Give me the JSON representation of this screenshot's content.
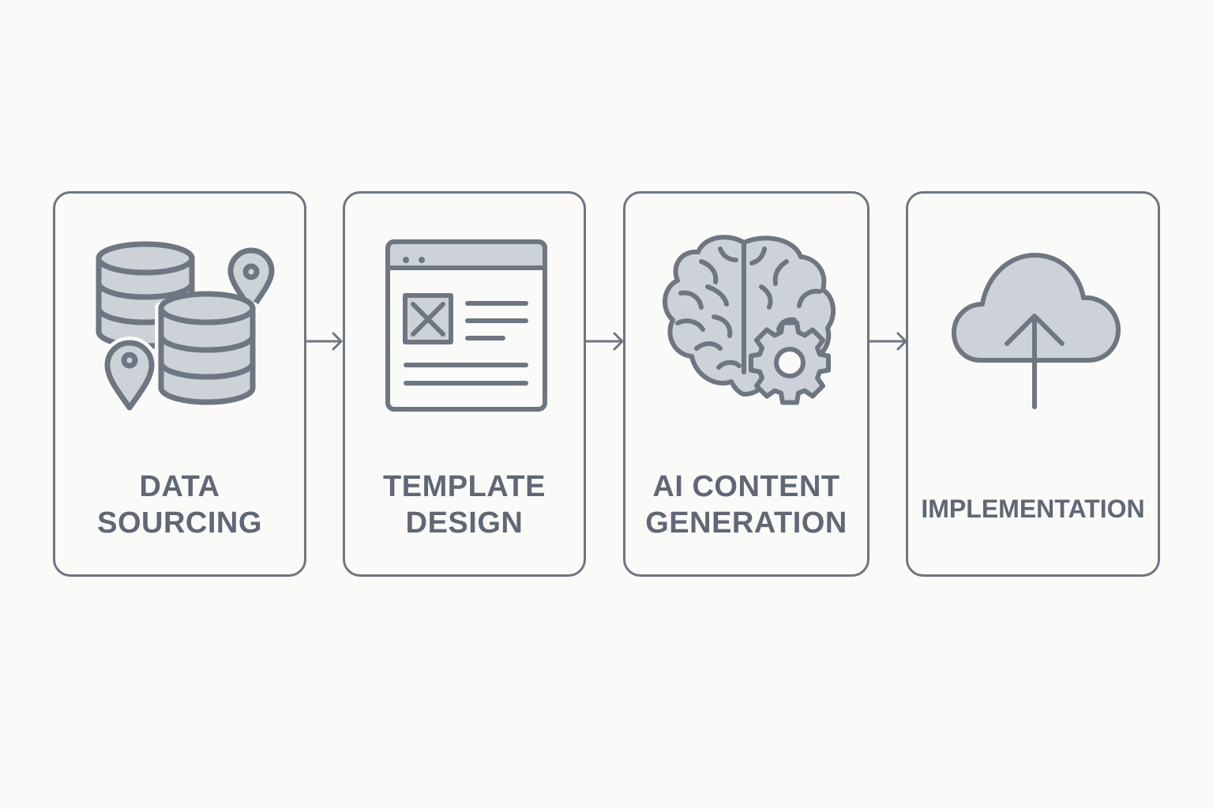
{
  "colors": {
    "stroke": "#6e7681",
    "fill": "#cdd2d9",
    "text": "#5f6874",
    "background": "#fafaf9"
  },
  "steps": [
    {
      "lines": [
        "DATA",
        "SOURCING"
      ],
      "icon": "database-location-icon"
    },
    {
      "lines": [
        "TEMPLATE",
        "DESIGN"
      ],
      "icon": "webpage-template-icon"
    },
    {
      "lines": [
        "AI CONTENT",
        "GENERATION"
      ],
      "icon": "brain-gear-icon"
    },
    {
      "lines": [
        "IMPLEMENTATION"
      ],
      "icon": "cloud-upload-icon"
    }
  ]
}
